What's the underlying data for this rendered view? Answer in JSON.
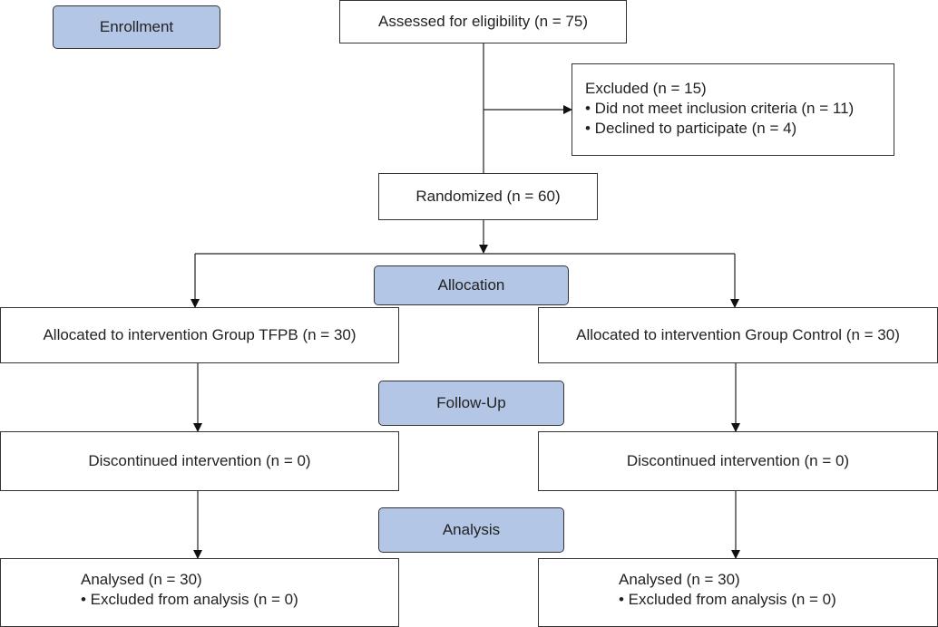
{
  "phases": {
    "enrollment": "Enrollment",
    "allocation": "Allocation",
    "follow_up": "Follow-Up",
    "analysis": "Analysis"
  },
  "boxes": {
    "assessed": "Assessed for eligibility (n = 75)",
    "excluded": {
      "title": "Excluded (n = 15)",
      "items": [
        "• Did not meet inclusion criteria (n = 11)",
        "• Declined to participate (n = 4)"
      ]
    },
    "randomized": "Randomized (n = 60)",
    "left": {
      "allocated": "Allocated to intervention Group TFPB (n = 30)",
      "discontinued": "Discontinued intervention (n = 0)",
      "analysed": "Analysed (n = 30)",
      "excluded_analysis": "• Excluded from analysis (n = 0)"
    },
    "right": {
      "allocated": "Allocated to intervention Group Control (n = 30)",
      "discontinued": "Discontinued intervention (n = 0)",
      "analysed": "Analysed (n = 30)",
      "excluded_analysis": "• Excluded from analysis (n = 0)"
    }
  },
  "colors": {
    "phase_fill": "#b3c6e6",
    "border": "#333333",
    "text": "#222222"
  }
}
